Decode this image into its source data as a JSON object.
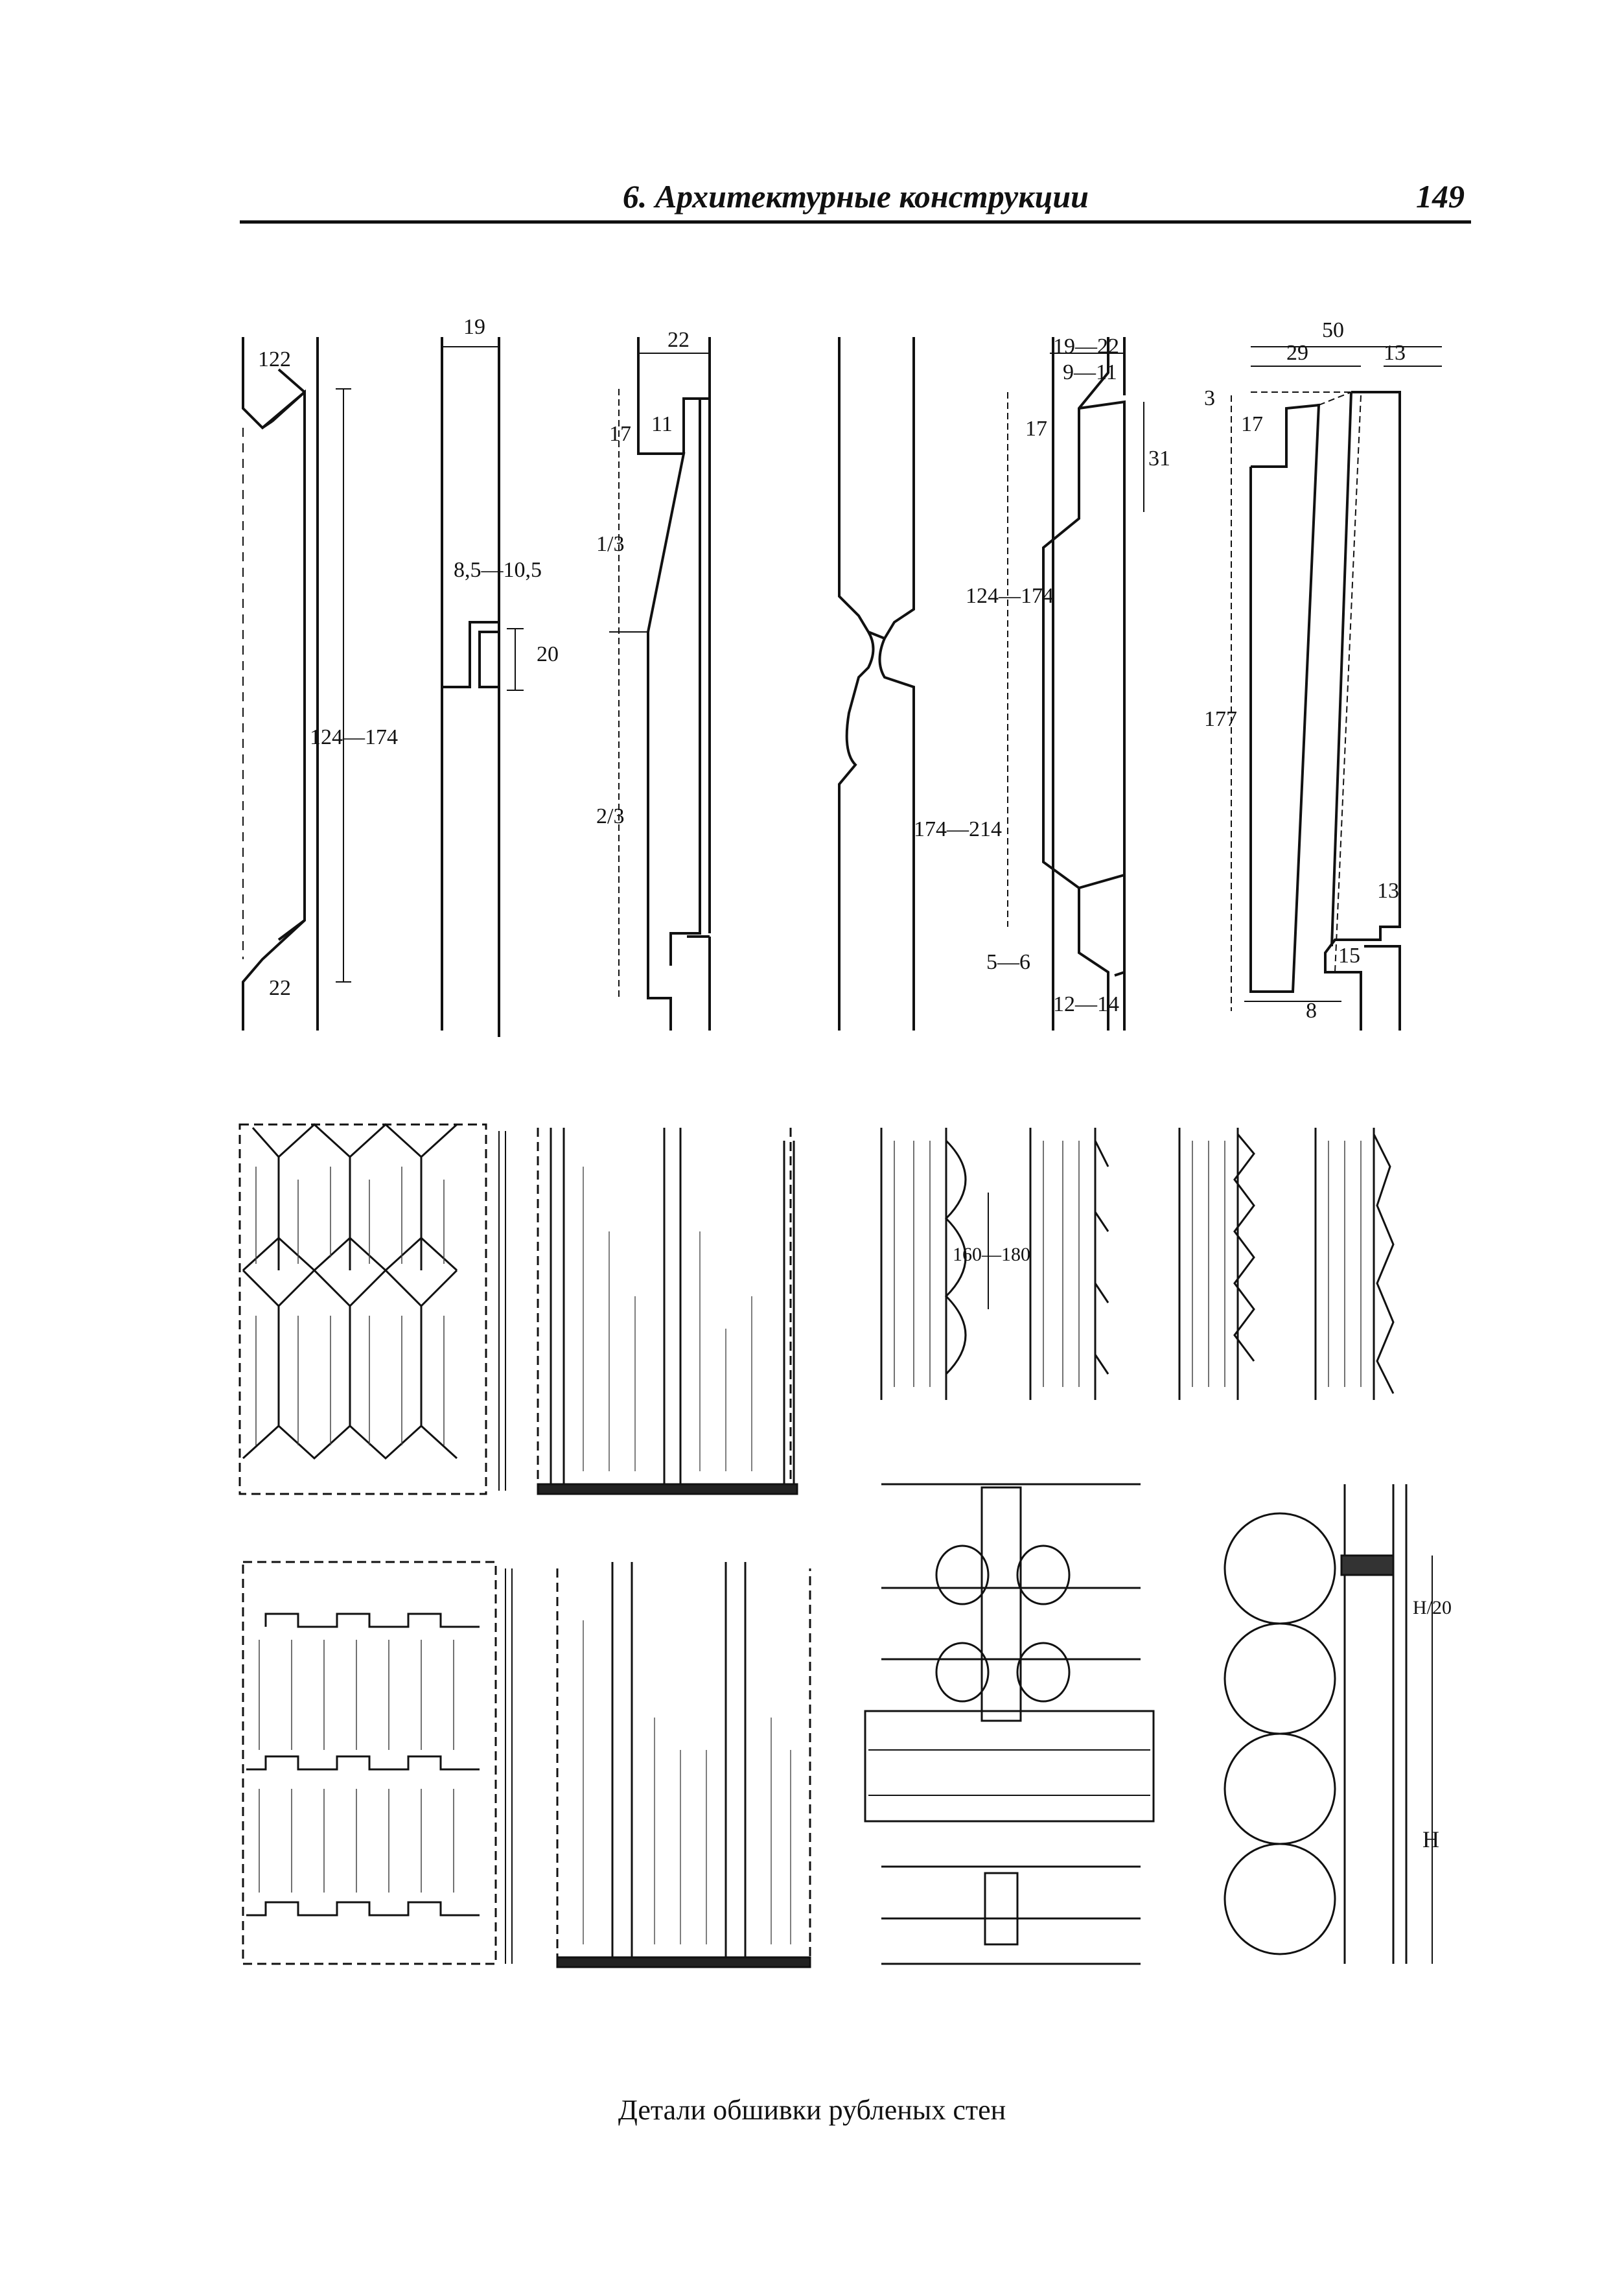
{
  "header": {
    "section": "6. Архитектурные конструкции",
    "page": "149"
  },
  "dims": {
    "p1_top": "122",
    "p1_len": "124—174",
    "p1_bottom": "22",
    "p2_thick": "19",
    "p2_groove": "8,5—10,5",
    "p2_tongue": "20",
    "p3_thick": "22",
    "p3_step": "17",
    "p3_lip": "11",
    "p3_upper": "1/3",
    "p3_lower": "2/3",
    "p4_outer": "19—22",
    "p4_inner": "9—11",
    "p4_step": "17",
    "p4_side": "31",
    "p4_span1": "124—174",
    "p4_span2": "174—214",
    "p4_gap": "5—6",
    "p4_base": "12—14",
    "p5_total": "50",
    "p5_left": "29",
    "p5_right": "13",
    "p5_top": "3",
    "p5_step": "17",
    "p5_height": "177",
    "p5_low": "13",
    "p5_foot": "15",
    "p5_gap": "8",
    "log_pitch": "160—180",
    "h_ratio": "H/20",
    "h_label": "H"
  },
  "caption": "Детали обшивки рубленых стен"
}
